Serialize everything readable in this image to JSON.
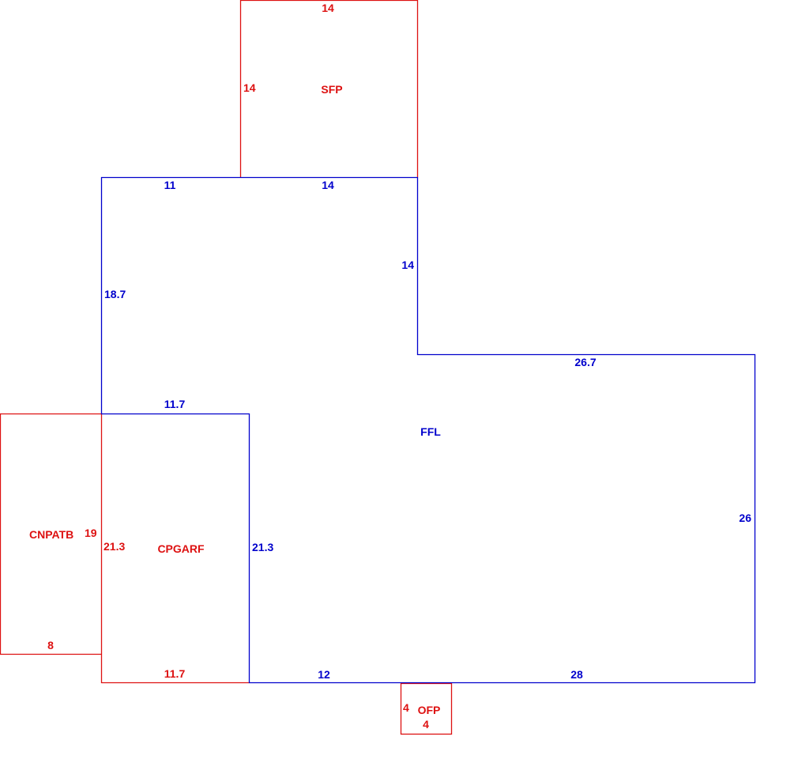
{
  "colors": {
    "main_area": "#0000cc",
    "secondary_area": "#dd1111"
  },
  "areas": {
    "ffl": {
      "code": "FFL",
      "dims": [
        "11",
        "14",
        "14",
        "18.7",
        "26.7",
        "11.7",
        "26",
        "21.3",
        "12",
        "28"
      ]
    },
    "sfp": {
      "code": "SFP",
      "dims": [
        "14",
        "14"
      ]
    },
    "cnpatb": {
      "code": "CNPATB",
      "dims": [
        "19",
        "8"
      ]
    },
    "cpgarf": {
      "code": "CPGARF",
      "dims": [
        "21.3",
        "11.7"
      ]
    },
    "ofp": {
      "code": "OFP",
      "dims": [
        "4",
        "4"
      ]
    }
  }
}
